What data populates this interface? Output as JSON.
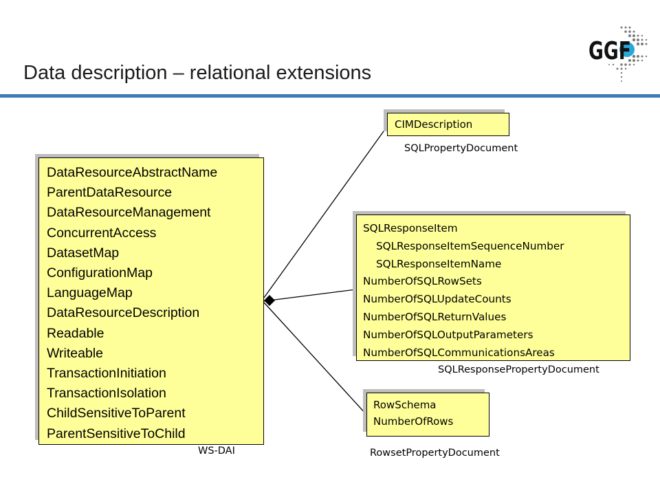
{
  "slide": {
    "title": "Data description – relational extensions",
    "logo_text": "GGF",
    "accent_color": "#3d7cb8",
    "box_fill": "#ffff99"
  },
  "main_box": {
    "items": [
      "DataResourceAbstractName",
      "ParentDataResource",
      "DataResourceManagement",
      "ConcurrentAccess",
      "DatasetMap",
      "ConfigurationMap",
      "LanguageMap",
      "DataResourceDescription",
      "Readable",
      "Writeable",
      "TransactionInitiation",
      "TransactionIsolation",
      "ChildSensitiveToParent",
      "ParentSensitiveToChild"
    ],
    "caption": "WS-DAI"
  },
  "cim_box": {
    "items": [
      "CIMDescription"
    ],
    "caption": "SQLPropertyDocument"
  },
  "sql_box": {
    "items": [
      "SQLResponseItem",
      "SQLResponseItemSequenceNumber",
      "SQLResponseItemName",
      "NumberOfSQLRowSets",
      "NumberOfSQLUpdateCounts",
      "NumberOfSQLReturnValues",
      "NumberOfSQLOutputParameters",
      "NumberOfSQLCommunicationsAreas"
    ],
    "caption": "SQLResponsePropertyDocument"
  },
  "rowset_box": {
    "items": [
      "RowSchema",
      "NumberOfRows"
    ],
    "caption": "RowsetPropertyDocument"
  }
}
